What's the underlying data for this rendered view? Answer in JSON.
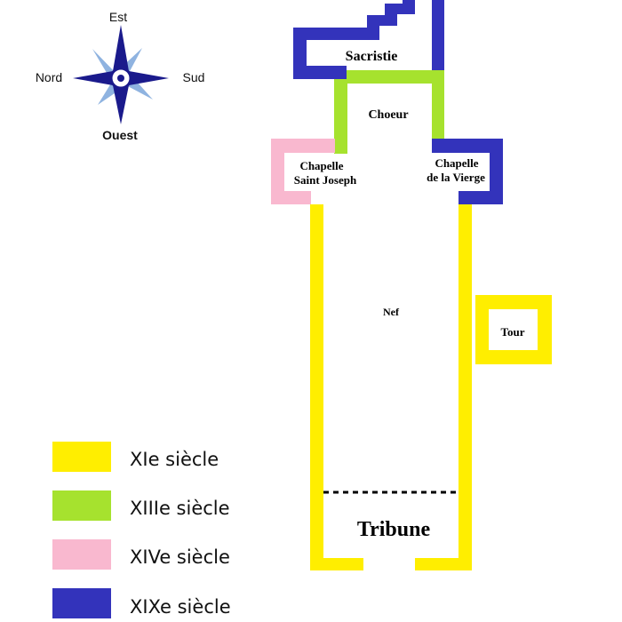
{
  "compass": {
    "north_label": "Est",
    "west_label": "Nord",
    "east_label": "Sud",
    "south_label": "Ouest",
    "color_dark": "#1a1a8c",
    "color_light": "#8fb3e0"
  },
  "rooms": {
    "sacristie": "Sacristie",
    "choeur": "Choeur",
    "chapelle_joseph_line1": "Chapelle",
    "chapelle_joseph_line2": "Saint Joseph",
    "chapelle_vierge_line1": "Chapelle",
    "chapelle_vierge_line2": "de la Vierge",
    "nef": "Nef",
    "tour": "Tour",
    "tribune": "Tribune"
  },
  "legend": [
    {
      "label": "XIe siècle",
      "color": "#ffee00"
    },
    {
      "label": "XIIIe siècle",
      "color": "#a6e22e"
    },
    {
      "label": "XIVe siècle",
      "color": "#f9b8cf"
    },
    {
      "label": "XIXe siècle",
      "color": "#3333bb"
    }
  ]
}
